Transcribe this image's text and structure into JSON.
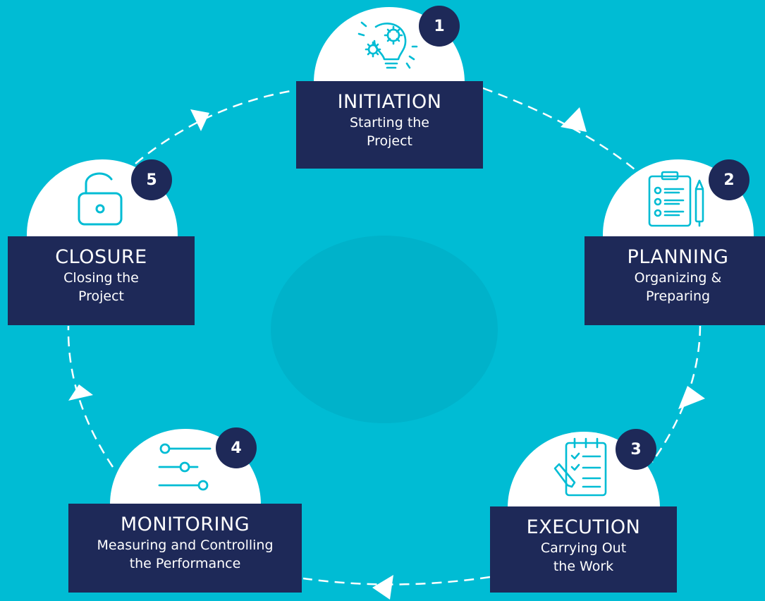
{
  "colors": {
    "background": "#00BCD4",
    "accent_icon": "#00BCD4",
    "box": "#1E2958",
    "dome": "#FFFFFF",
    "arrow": "#FFFFFF"
  },
  "stages": [
    {
      "number": "1",
      "title": "INITIATION",
      "subtitle_1": "Starting the",
      "subtitle_2": "Project",
      "icon": "lightbulb-gears-icon"
    },
    {
      "number": "2",
      "title": "PLANNING",
      "subtitle_1": "Organizing &",
      "subtitle_2": "Preparing",
      "icon": "clipboard-checklist-pencil-icon"
    },
    {
      "number": "3",
      "title": "EXECUTION",
      "subtitle_1": "Carrying Out",
      "subtitle_2": "the Work",
      "icon": "notepad-checklist-pen-icon"
    },
    {
      "number": "4",
      "title": "MONITORING",
      "subtitle_1": "Measuring and Controlling",
      "subtitle_2": "the Performance",
      "icon": "sliders-icon"
    },
    {
      "number": "5",
      "title": "CLOSURE",
      "subtitle_1": "Closing the",
      "subtitle_2": "Project",
      "icon": "padlock-icon"
    }
  ]
}
